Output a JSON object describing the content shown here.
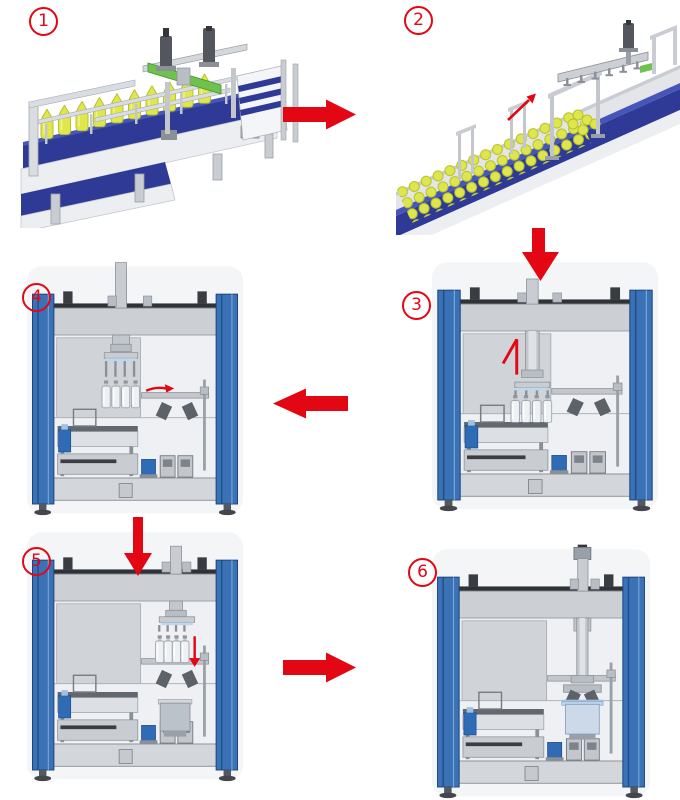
{
  "diagram": {
    "background": "#ffffff",
    "steps": [
      {
        "number": "1",
        "illustration": "infeed-conveyor-with-bottles",
        "annotation_icon": null
      },
      {
        "number": "2",
        "illustration": "accumulation-conveyor-with-bottles",
        "annotation_icon": "thin-arrow-up-right"
      },
      {
        "number": "3",
        "illustration": "case-packer-frame-head-raised",
        "annotation_icon": "thin-stroke-down-mark"
      },
      {
        "number": "4",
        "illustration": "case-packer-frame-head-carrying-bottles",
        "annotation_icon": "thin-arrow-right"
      },
      {
        "number": "5",
        "illustration": "case-packer-frame-lowering-bottles-into-case",
        "annotation_icon": "thin-arrow-down"
      },
      {
        "number": "6",
        "illustration": "case-packer-frame-case-packed",
        "annotation_icon": null
      }
    ],
    "flow_arrows": [
      {
        "from": "1",
        "to": "2",
        "direction": "right"
      },
      {
        "from": "2",
        "to": "3",
        "direction": "down"
      },
      {
        "from": "3",
        "to": "4",
        "direction": "left"
      },
      {
        "from": "4",
        "to": "5",
        "direction": "down"
      },
      {
        "from": "5",
        "to": "6",
        "direction": "right"
      }
    ],
    "colors": {
      "accent_red": "#e30613",
      "pillar_blue": "#3a72b5",
      "conveyor_navy": "#2e3a96",
      "conveyor_royal": "#4656b8",
      "bottle_yellow": "#e0e74b",
      "beam_green": "#6fc24e",
      "steel_light": "#e8eaee",
      "steel_mid": "#c9cdd2",
      "panel_gray": "#d0d4d9"
    }
  }
}
